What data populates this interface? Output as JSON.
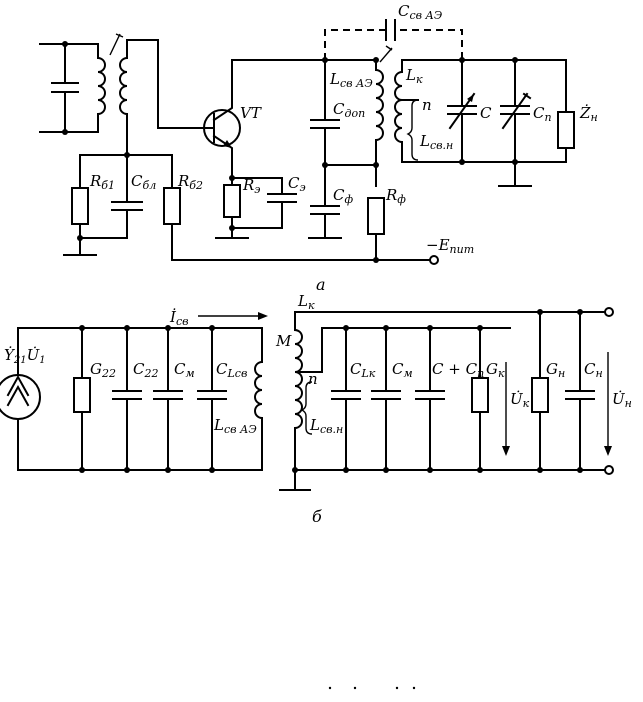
{
  "figure_a": {
    "caption": "а",
    "labels": {
      "vt": "VT",
      "c_sv_ae": "C",
      "c_sv_ae_sub": "св АЭ",
      "l_sv_ae": "L",
      "l_sv_ae_sub": "св АЭ",
      "c_dop": "C",
      "c_dop_sub": "доп",
      "l_k": "L",
      "l_k_sub": "к",
      "n": "n",
      "l_sv_n": "L",
      "l_sv_n_sub": "св.н",
      "c": "C",
      "c_p": "C",
      "c_p_sub": "п",
      "z_n": "Ż",
      "z_n_sub": "н",
      "r_b1": "R",
      "r_b1_sub": "б1",
      "c_bl": "C",
      "c_bl_sub": "бл",
      "r_b2": "R",
      "r_b2_sub": "б2",
      "r_e": "R",
      "r_e_sub": "э",
      "c_e": "C",
      "c_e_sub": "э",
      "c_f": "C",
      "c_f_sub": "ф",
      "r_f": "R",
      "r_f_sub": "ф",
      "e_pit": "−E",
      "e_pit_sub": "пит"
    }
  },
  "figure_b": {
    "caption": "б",
    "labels": {
      "source": "Ẏ",
      "source_sub1": "21",
      "source_u": "U̇",
      "source_sub2": "1",
      "i_sv": "İ",
      "i_sv_sub": "св",
      "g22": "G",
      "g22_sub": "22",
      "c22": "C",
      "c22_sub": "22",
      "c_m1": "C",
      "c_m1_sub": "м",
      "c_lsv": "C",
      "c_lsv_sub": "Lсв",
      "m": "M",
      "l_sv_ae": "L",
      "l_sv_ae_sub": "св АЭ",
      "l_k": "L",
      "l_k_sub": "к",
      "n": "n",
      "l_sv_n": "L",
      "l_sv_n_sub": "св.н",
      "c_lk": "C",
      "c_lk_sub": "Lк",
      "c_m2": "C",
      "c_m2_sub": "м",
      "c_cp": "C + C",
      "c_cp_sub": "п",
      "g_k": "G",
      "g_k_sub": "к",
      "u_k": "U̇",
      "u_k_sub": "к",
      "g_n": "G",
      "g_n_sub": "н",
      "c_n": "C",
      "c_n_sub": "н",
      "u_n": "U̇",
      "u_n_sub": "н"
    }
  }
}
